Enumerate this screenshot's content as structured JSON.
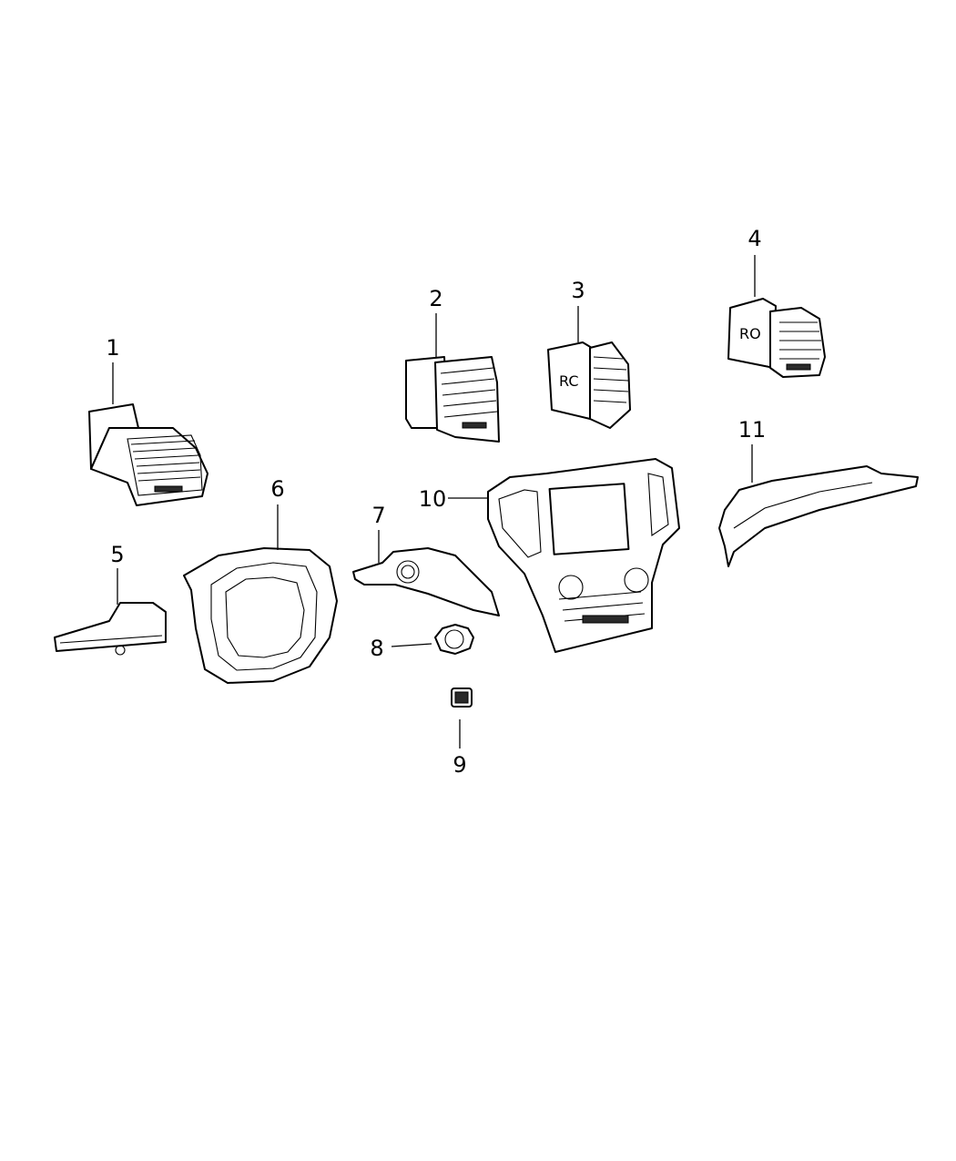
{
  "callouts": [
    {
      "id": "1",
      "label": "1"
    },
    {
      "id": "2",
      "label": "2"
    },
    {
      "id": "3",
      "label": "3"
    },
    {
      "id": "4",
      "label": "4"
    },
    {
      "id": "5",
      "label": "5"
    },
    {
      "id": "6",
      "label": "6"
    },
    {
      "id": "7",
      "label": "7"
    },
    {
      "id": "8",
      "label": "8"
    },
    {
      "id": "9",
      "label": "9"
    },
    {
      "id": "10",
      "label": "10"
    },
    {
      "id": "11",
      "label": "11"
    }
  ],
  "part_markings": {
    "part3": "RC",
    "part4": "RO"
  }
}
